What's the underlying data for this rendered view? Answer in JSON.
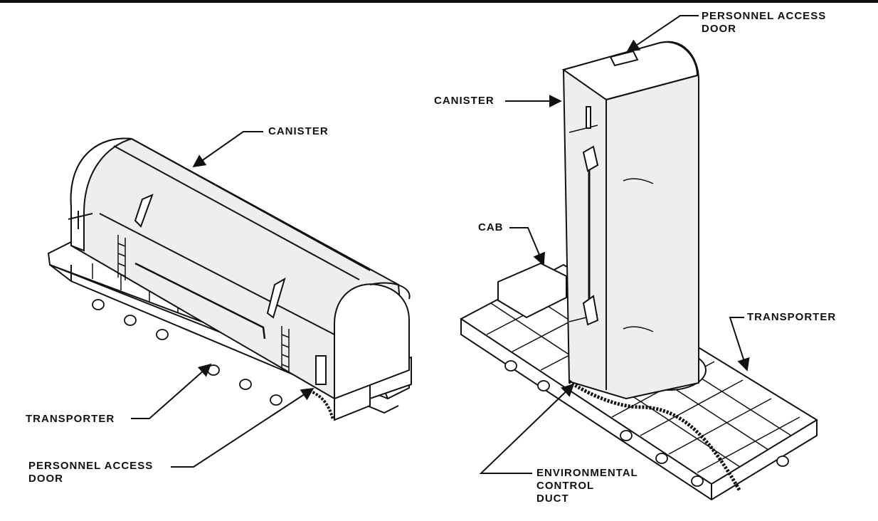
{
  "labels": {
    "left_canister": "CANISTER",
    "left_transporter": "TRANSPORTER",
    "left_access_door_line1": "PERSONNEL ACCESS",
    "left_access_door_line2": "DOOR",
    "right_access_door_line1": "PERSONNEL ACCESS",
    "right_access_door_line2": "DOOR",
    "right_canister": "CANISTER",
    "right_cab": "CAB",
    "right_transporter": "TRANSPORTER",
    "right_duct_line1": "ENVIRONMENTAL",
    "right_duct_line2": "CONTROL",
    "right_duct_line3": "DUCT"
  },
  "colors": {
    "ink": "#111111",
    "paper": "#ffffff",
    "shade": "#e9e9e9"
  }
}
